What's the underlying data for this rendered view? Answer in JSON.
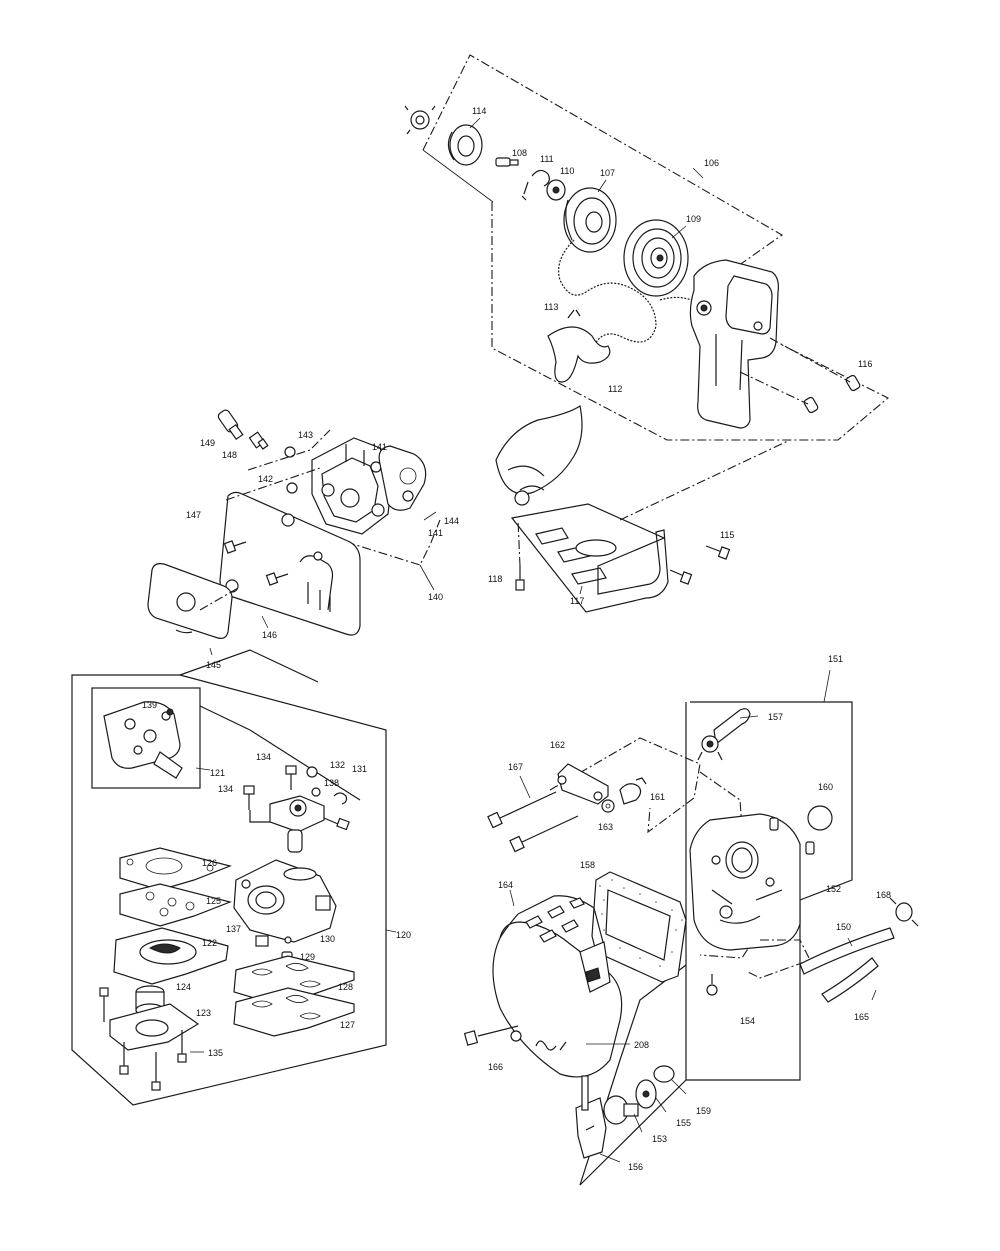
{
  "labels": [
    {
      "id": "p106",
      "text": "106"
    },
    {
      "id": "p107",
      "text": "107"
    },
    {
      "id": "p108",
      "text": "108"
    },
    {
      "id": "p109",
      "text": "109"
    },
    {
      "id": "p110",
      "text": "110"
    },
    {
      "id": "p111",
      "text": "111"
    },
    {
      "id": "p112",
      "text": "112"
    },
    {
      "id": "p113",
      "text": "113"
    },
    {
      "id": "p114",
      "text": "114"
    },
    {
      "id": "p115",
      "text": "115"
    },
    {
      "id": "p116",
      "text": "116"
    },
    {
      "id": "p117",
      "text": "117"
    },
    {
      "id": "p118",
      "text": "118"
    },
    {
      "id": "p120",
      "text": "120"
    },
    {
      "id": "p121",
      "text": "121"
    },
    {
      "id": "p122",
      "text": "122"
    },
    {
      "id": "p123",
      "text": "123"
    },
    {
      "id": "p124",
      "text": "124"
    },
    {
      "id": "p125",
      "text": "125"
    },
    {
      "id": "p126",
      "text": "126"
    },
    {
      "id": "p127",
      "text": "127"
    },
    {
      "id": "p128",
      "text": "128"
    },
    {
      "id": "p129",
      "text": "129"
    },
    {
      "id": "p130",
      "text": "130"
    },
    {
      "id": "p131",
      "text": "131"
    },
    {
      "id": "p132",
      "text": "132"
    },
    {
      "id": "p134a",
      "text": "134"
    },
    {
      "id": "p134b",
      "text": "134"
    },
    {
      "id": "p135",
      "text": "135"
    },
    {
      "id": "p137",
      "text": "137"
    },
    {
      "id": "p138",
      "text": "138"
    },
    {
      "id": "p139",
      "text": "139"
    },
    {
      "id": "p140",
      "text": "140"
    },
    {
      "id": "p141a",
      "text": "141"
    },
    {
      "id": "p141b",
      "text": "141"
    },
    {
      "id": "p142",
      "text": "142"
    },
    {
      "id": "p143",
      "text": "143"
    },
    {
      "id": "p144",
      "text": "144"
    },
    {
      "id": "p145",
      "text": "145"
    },
    {
      "id": "p146",
      "text": "146"
    },
    {
      "id": "p147",
      "text": "147"
    },
    {
      "id": "p148",
      "text": "148"
    },
    {
      "id": "p149",
      "text": "149"
    },
    {
      "id": "p150",
      "text": "150"
    },
    {
      "id": "p151",
      "text": "151"
    },
    {
      "id": "p152",
      "text": "152"
    },
    {
      "id": "p153",
      "text": "153"
    },
    {
      "id": "p154",
      "text": "154"
    },
    {
      "id": "p155",
      "text": "155"
    },
    {
      "id": "p156",
      "text": "156"
    },
    {
      "id": "p157",
      "text": "157"
    },
    {
      "id": "p158",
      "text": "158"
    },
    {
      "id": "p159",
      "text": "159"
    },
    {
      "id": "p160",
      "text": "160"
    },
    {
      "id": "p161",
      "text": "161"
    },
    {
      "id": "p162",
      "text": "162"
    },
    {
      "id": "p163",
      "text": "163"
    },
    {
      "id": "p164",
      "text": "164"
    },
    {
      "id": "p165",
      "text": "165"
    },
    {
      "id": "p166",
      "text": "166"
    },
    {
      "id": "p167",
      "text": "167"
    },
    {
      "id": "p168",
      "text": "168"
    },
    {
      "id": "p208",
      "text": "208"
    }
  ]
}
